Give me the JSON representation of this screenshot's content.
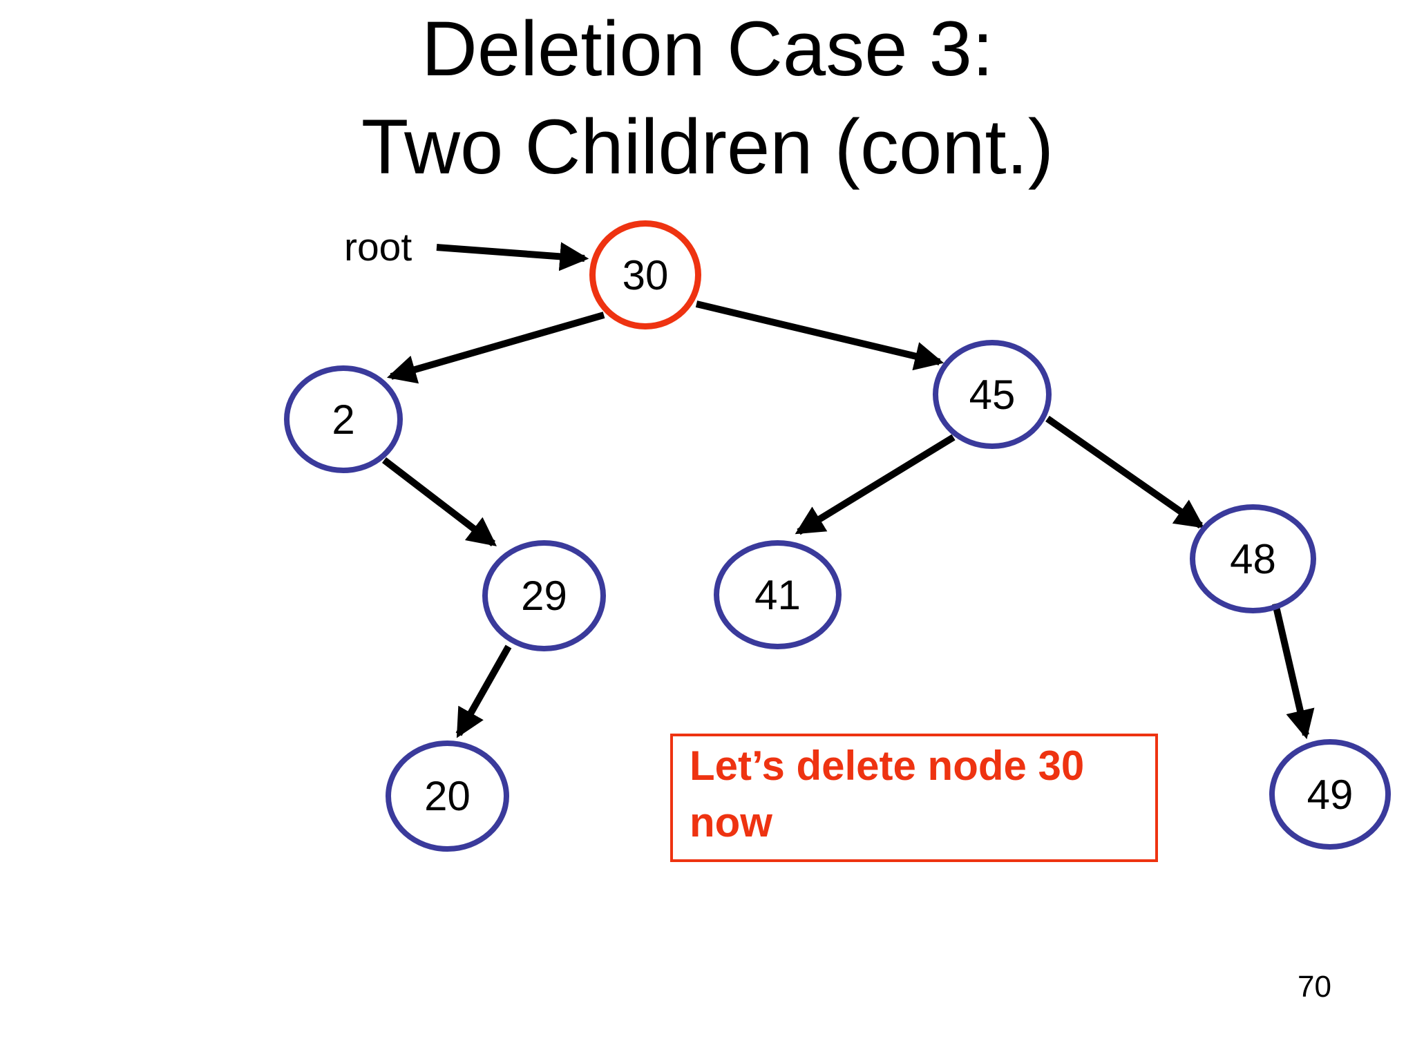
{
  "slide": {
    "title_line1": "Deletion Case 3:",
    "title_line2": "Two Children (cont.)",
    "page_number": "70"
  },
  "colors": {
    "highlight_orange": "#EE3311",
    "node_stroke_blue": "#3A3A9B",
    "edge_black": "#000000",
    "background": "#FFFFFF"
  },
  "diagram": {
    "root_pointer_label": "root",
    "nodes": [
      {
        "label": "30",
        "highlighted": true,
        "role": "root node"
      },
      {
        "label": "2",
        "highlighted": false
      },
      {
        "label": "45",
        "highlighted": false
      },
      {
        "label": "29",
        "highlighted": false
      },
      {
        "label": "20",
        "highlighted": false
      },
      {
        "label": "41",
        "highlighted": false
      },
      {
        "label": "48",
        "highlighted": false
      },
      {
        "label": "49",
        "highlighted": false
      }
    ],
    "edges": [
      {
        "from": "root",
        "to": "30"
      },
      {
        "from": "30",
        "to": "2"
      },
      {
        "from": "30",
        "to": "45"
      },
      {
        "from": "2",
        "to": "29"
      },
      {
        "from": "29",
        "to": "20"
      },
      {
        "from": "45",
        "to": "41"
      },
      {
        "from": "45",
        "to": "48"
      },
      {
        "from": "48",
        "to": "49"
      }
    ]
  },
  "callout": {
    "line1": "Let’s delete node 30",
    "line2": "now"
  }
}
